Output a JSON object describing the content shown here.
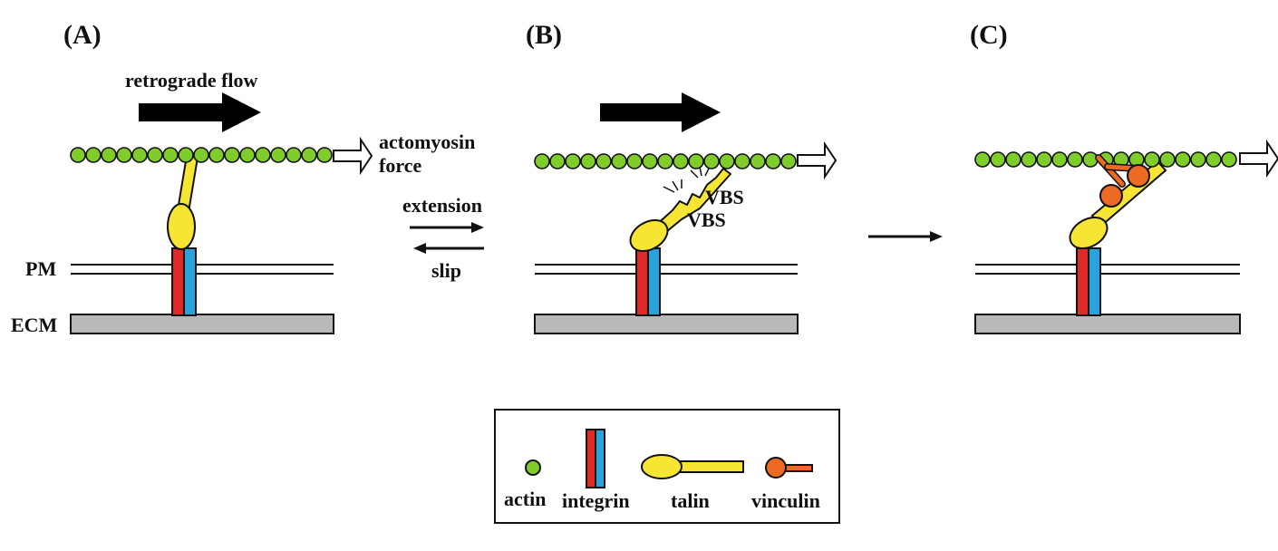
{
  "panels": [
    {
      "label": "(A)"
    },
    {
      "label": "(B)"
    },
    {
      "label": "(C)"
    }
  ],
  "labels": {
    "retrograde_flow": "retrograde flow",
    "actomyosin": "actomyosin",
    "force": "force",
    "pm": "PM",
    "ecm": "ECM",
    "extension": "extension",
    "slip": "slip",
    "vbs_1": "VBS",
    "vbs_2": "VBS"
  },
  "legend": {
    "actin": "actin",
    "integrin": "integrin",
    "talin": "talin",
    "vinculin": "vinculin"
  },
  "colors": {
    "actin": "#7fcc2a",
    "integrin_red": "#e02a28",
    "integrin_blue": "#2aa3dc",
    "talin": "#f6e532",
    "vinculin": "#ee6a22",
    "ecm": "#b9b9b9",
    "stroke": "#111111"
  }
}
